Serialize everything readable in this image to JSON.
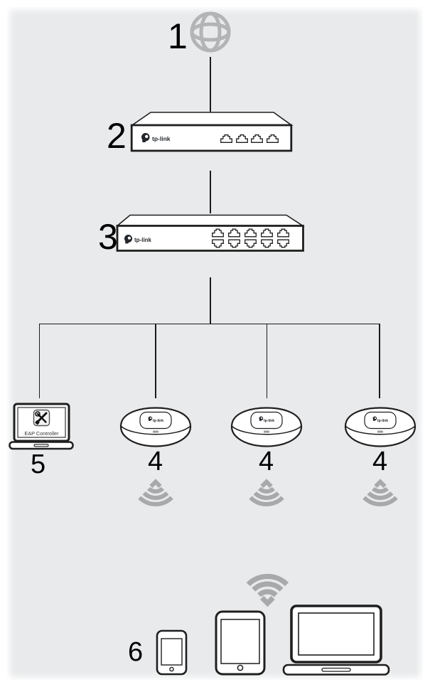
{
  "diagram": {
    "labels": {
      "internet": "1",
      "router": "2",
      "switch": "3",
      "access_point": "4",
      "controller": "5",
      "clients": "6"
    },
    "brand": "tp-link",
    "controller_screen_text": "EAP Controller",
    "router_port_count": 4,
    "switch_port_count": 10,
    "access_point_count": 3,
    "wifi_signal_count": 4
  },
  "colors": {
    "background_panel": "#e9eaec",
    "outline": "#1f1f1f",
    "signal_gray": "#a8a9ab",
    "globe_gray": "#b2b4b6",
    "brand_dark": "#24282c",
    "led_gray": "#9b9b9d"
  }
}
